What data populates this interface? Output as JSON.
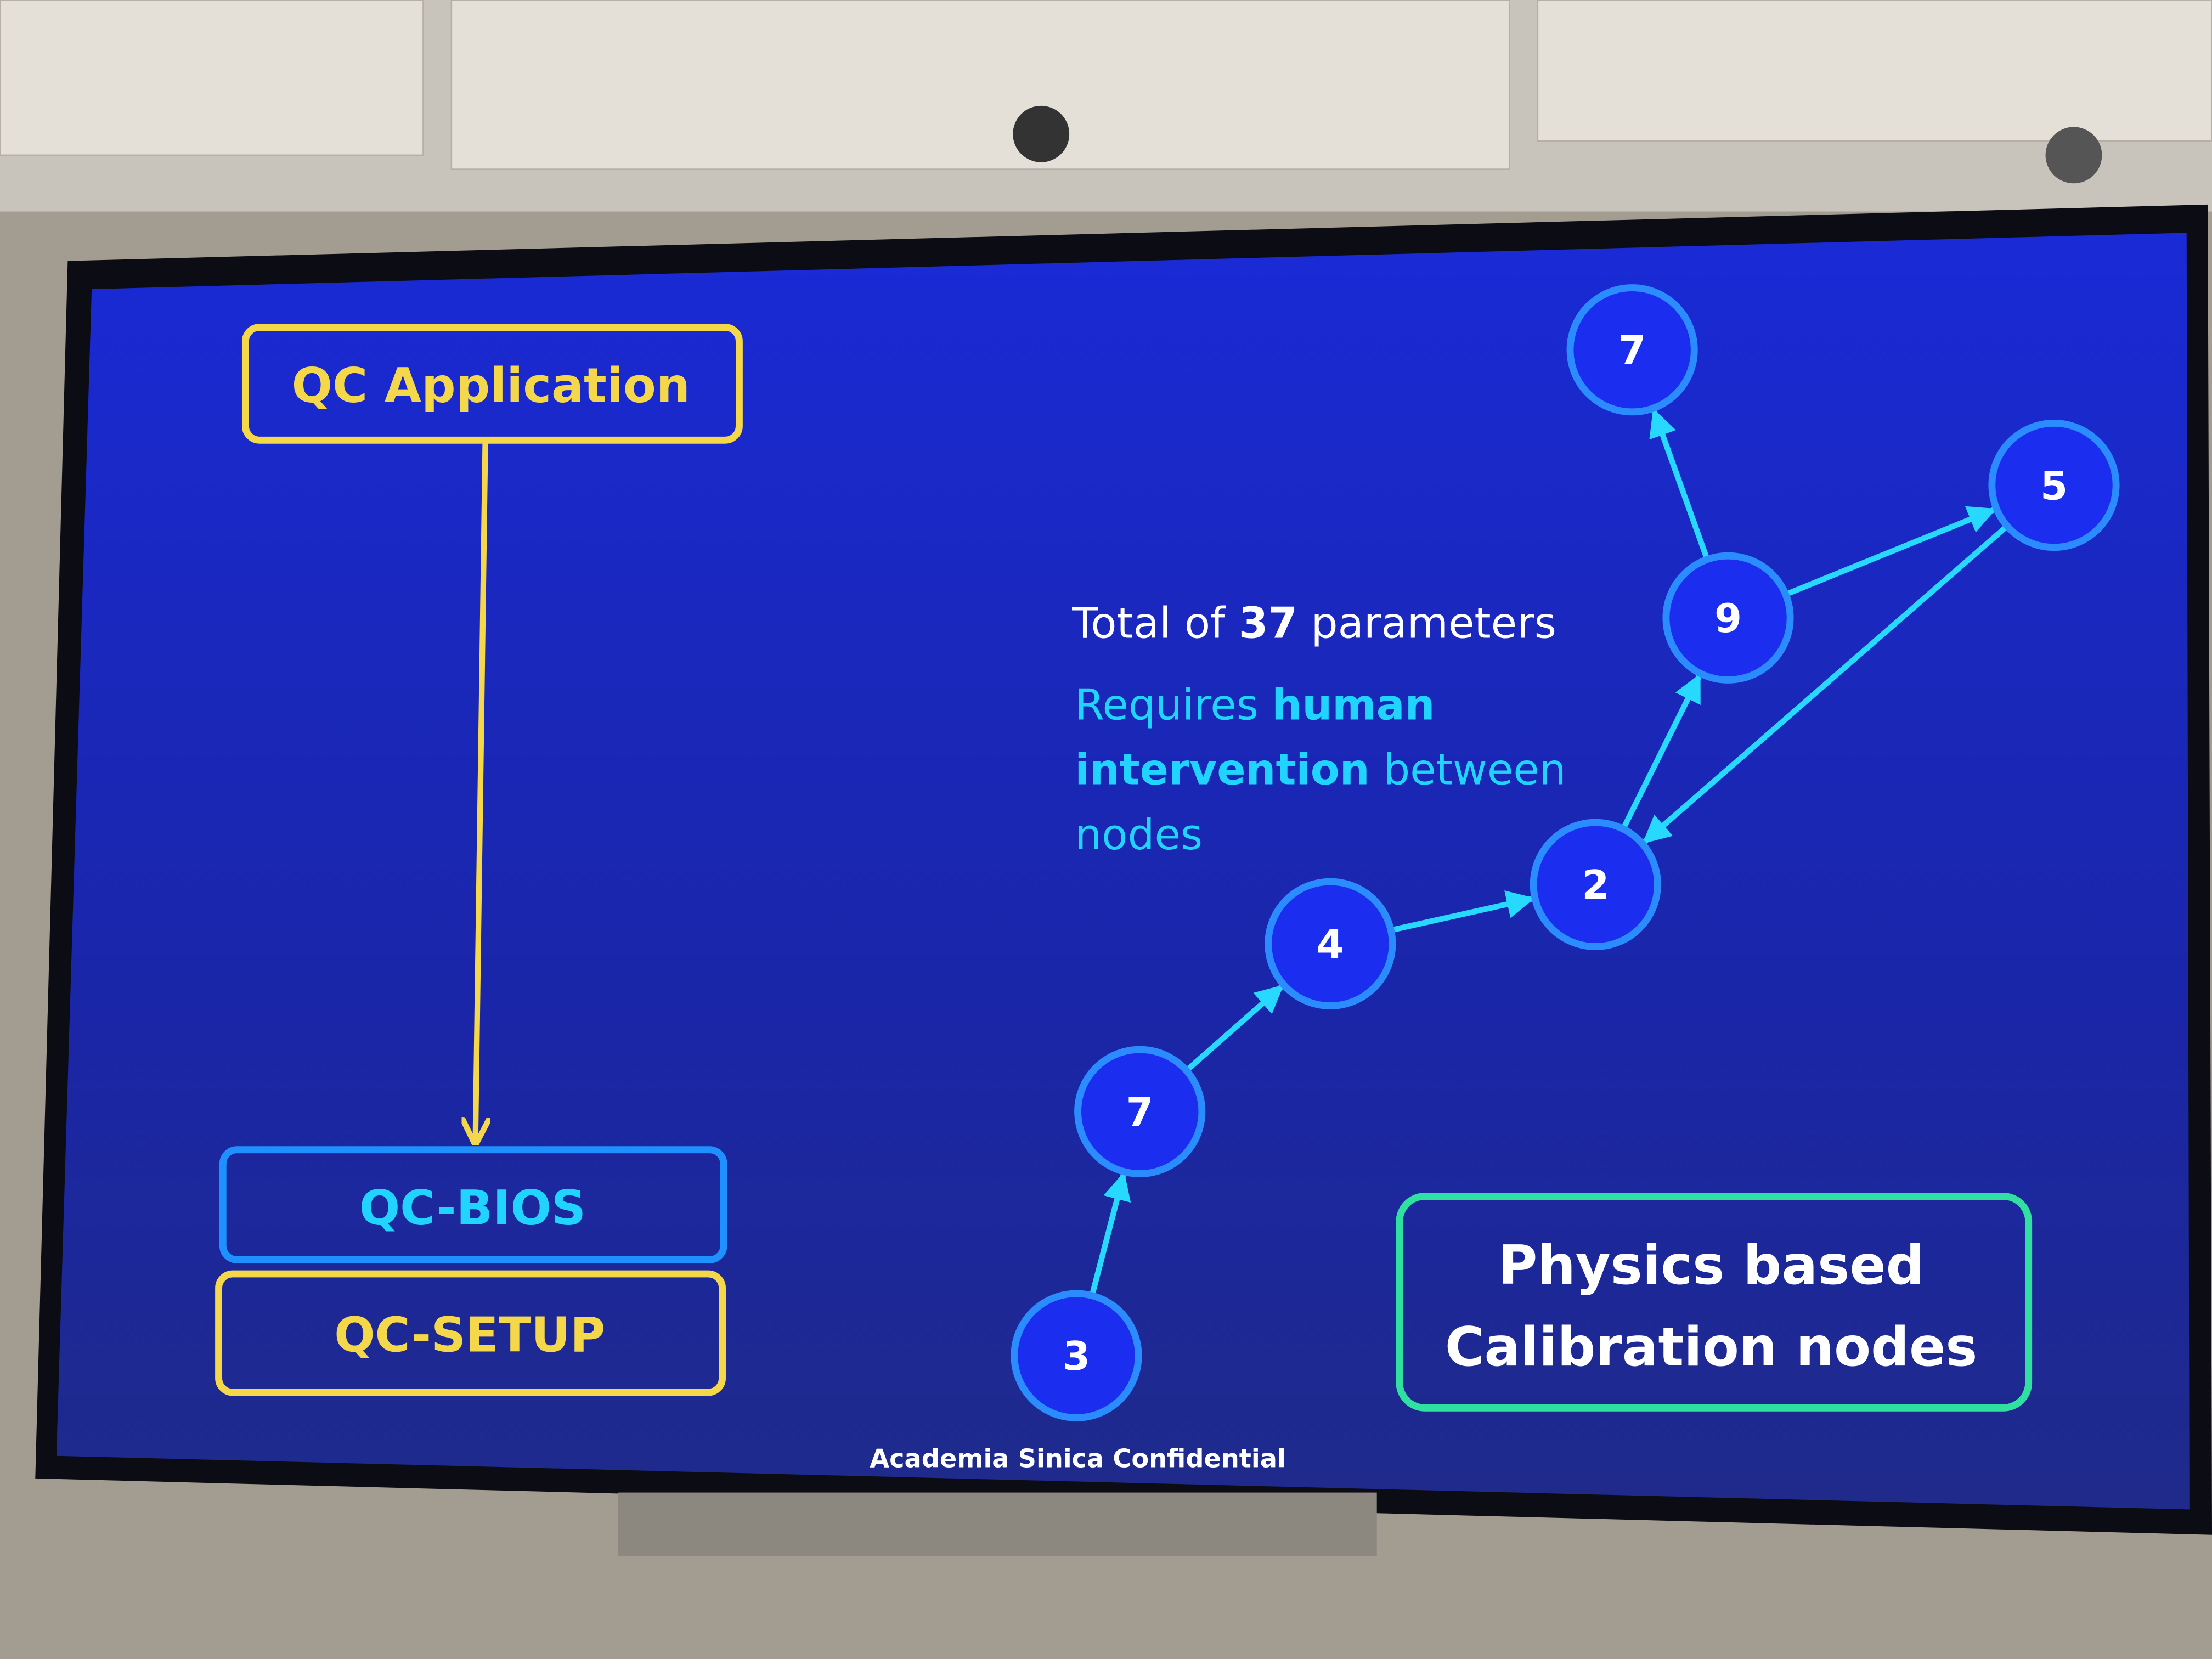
{
  "slide": {
    "qc_application": "QC Application",
    "qc_bios": "QC-BIOS",
    "qc_setup": "QC-SETUP",
    "total_prefix": "Total of ",
    "total_count": "37",
    "total_suffix": " parameters",
    "requires_1": "Requires ",
    "requires_bold_1": "human",
    "requires_bold_2": "intervention",
    "requires_2": " between",
    "requires_3": "nodes",
    "physics_line1": "Physics based",
    "physics_line2": "Calibration nodes",
    "footer": "Academia Sinica Confidential"
  },
  "graph": {
    "nodes": [
      "7",
      "5",
      "9",
      "2",
      "4",
      "7",
      "3"
    ],
    "edges": [
      [
        6,
        5
      ],
      [
        5,
        4
      ],
      [
        4,
        3
      ],
      [
        3,
        2
      ],
      [
        2,
        0
      ],
      [
        2,
        1
      ],
      [
        1,
        3
      ]
    ]
  },
  "colors": {
    "slide_bg": "#1f2fc8",
    "node_fill": "#1b2ef0",
    "node_stroke": "#2a8cff",
    "edge": "#27d8ff",
    "yellow": "#f5d84a",
    "cyan": "#21d4ff",
    "green": "#2fe0a0"
  }
}
